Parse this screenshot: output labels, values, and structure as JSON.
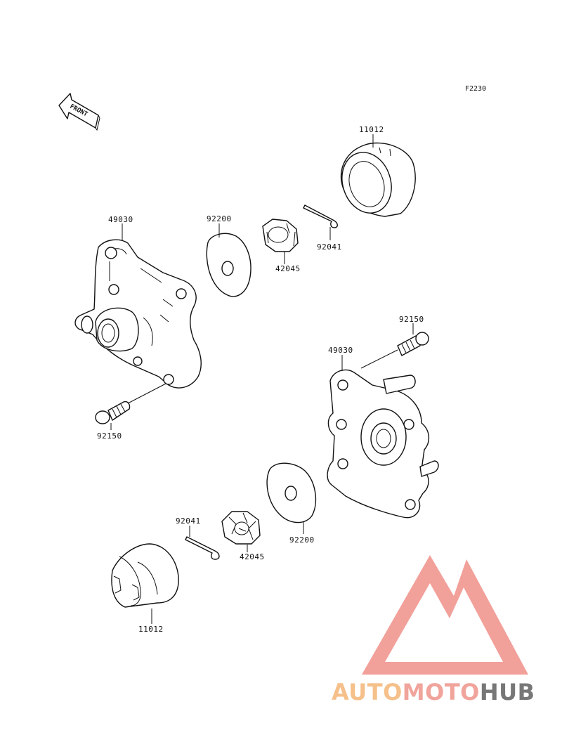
{
  "figure_code": "F2230",
  "front_arrow_label": "FRONT",
  "parts": {
    "cap_upper": "11012",
    "cap_lower": "11012",
    "hub_left": "49030",
    "hub_right": "49030",
    "washer_upper": "92200",
    "washer_lower": "92200",
    "nut_upper": "42045",
    "nut_lower": "42045",
    "cotter_pin_upper": "92041",
    "cotter_pin_lower": "92041",
    "stud_left": "92150",
    "stud_right": "92150"
  },
  "watermark": {
    "auto": "AUTO",
    "moto": "MOTO",
    "hub": "HUB",
    "colors": {
      "triangle": "#f2a09a",
      "auto": "#f5c08a",
      "moto": "#f0a49c",
      "hub": "#777777"
    }
  }
}
